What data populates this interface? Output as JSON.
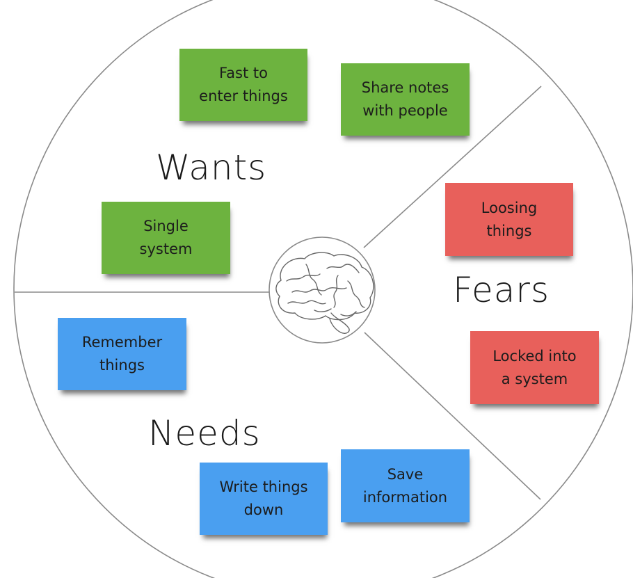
{
  "sectors": {
    "wants": {
      "title": "Wants",
      "notes": [
        "Fast to\nenter things",
        "Share notes\nwith people",
        "Single\nsystem"
      ]
    },
    "fears": {
      "title": "Fears",
      "notes": [
        "Loosing\nthings",
        "Locked into\na system"
      ]
    },
    "needs": {
      "title": "Needs",
      "notes": [
        "Remember\nthings",
        "Write things\ndown",
        "Save\ninformation"
      ]
    }
  },
  "colors": {
    "wants": "#6db33f",
    "fears": "#e8605b",
    "needs": "#4a9ff0",
    "outline": "#8a8a8a"
  },
  "center_icon": "brain-icon"
}
